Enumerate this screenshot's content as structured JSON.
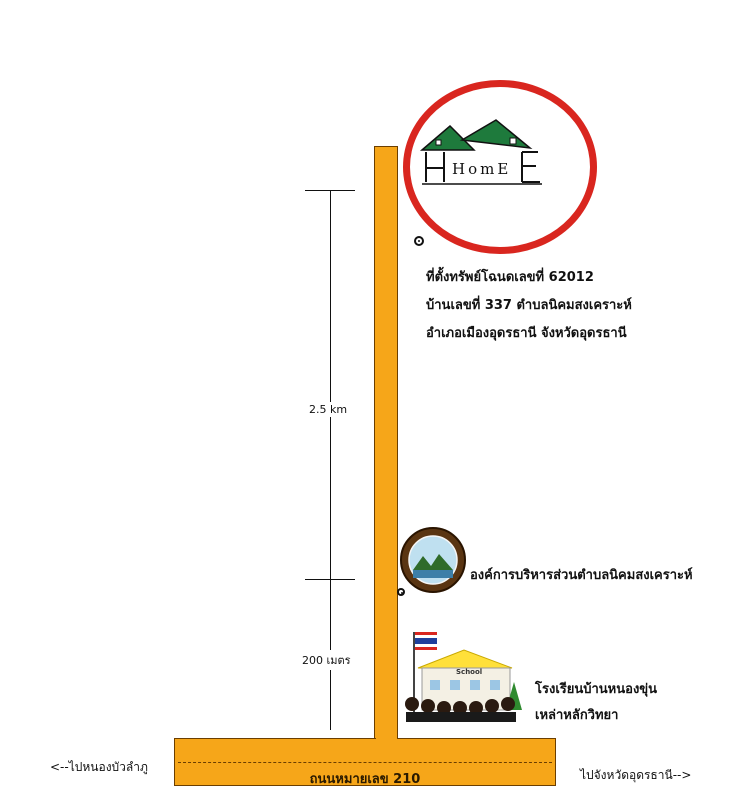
{
  "home_logo": {
    "text": "HomE"
  },
  "address": {
    "line1": "ที่ตั้งทรัพย์โฉนดเลขที่ 62012",
    "line2": "บ้านเลขที่ 337 ตำบลนิคมสงเคราะห์",
    "line3": "อำเภอเมืองอุดรธานี จังหวัดอุดรธานี"
  },
  "distances": {
    "upper": "2.5 km",
    "lower": "200 เมตร"
  },
  "landmarks": {
    "sao": "องค์การบริหารส่วนตำบลนิคมสงเคราะห์",
    "school_line1": "โรงเรียนบ้านหนองขุ่น",
    "school_line2": "เหล่าหลักวิทยา",
    "school_sign": "School"
  },
  "road": {
    "name": "ถนนหมายเลข 210",
    "left_direction": "<--ไปหนองบัวลำภู",
    "right_direction": "ไปจังหวัดอุดรธานี-->"
  },
  "colors": {
    "road": "#f6a619",
    "ring": "#d9261f",
    "roof": "#1e7a3c"
  }
}
